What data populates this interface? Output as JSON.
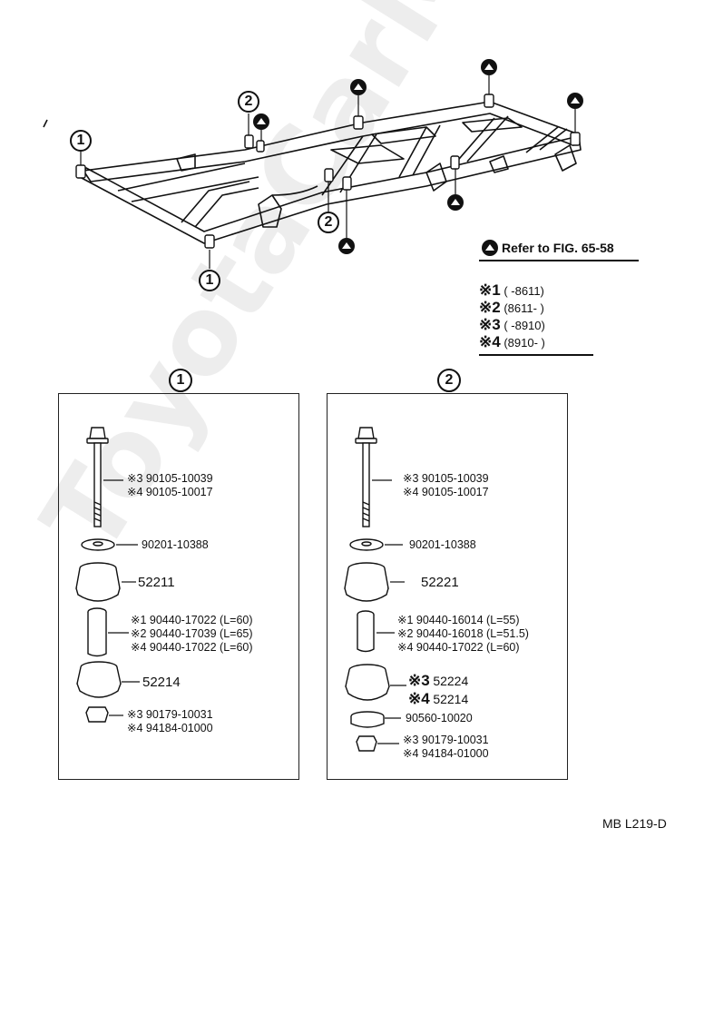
{
  "watermark": "ToyotaCarMine.ru",
  "legend": {
    "refer_text": "Refer to FIG. 65-58",
    "notes": [
      {
        "mark": "※1",
        "range": "(      -8611)"
      },
      {
        "mark": "※2",
        "range": "(8611-      )"
      },
      {
        "mark": "※3",
        "range": "(      -8910)"
      },
      {
        "mark": "※4",
        "range": "(8910-      )"
      }
    ]
  },
  "callouts": {
    "one": "1",
    "two": "2"
  },
  "panel_1": {
    "title": "1",
    "bolt": [
      "※3 90105-10039",
      "※4 90105-10017"
    ],
    "washer": "90201-10388",
    "cushion_upper": "52211",
    "collar": [
      "※1 90440-17022 (L=60)",
      "※2 90440-17039 (L=65)",
      "※4 90440-17022 (L=60)"
    ],
    "cushion_lower": "52214",
    "nut": [
      "※3 90179-10031",
      "※4 94184-01000"
    ]
  },
  "panel_2": {
    "title": "2",
    "bolt": [
      "※3  90105-10039",
      "※4  90105-10017"
    ],
    "washer": "90201-10388",
    "cushion_upper": "52221",
    "collar": [
      "※1 90440-16014 (L=55)",
      "※2 90440-16018 (L=51.5)",
      "※4 90440-17022 (L=60)"
    ],
    "cushion_lower": [
      {
        "mark": "※3",
        "part": "52224"
      },
      {
        "mark": "※4",
        "part": "52214"
      }
    ],
    "retainer": "90560-10020",
    "nut": [
      "※3  90179-10031",
      "※4  94184-01000"
    ]
  },
  "footer_code": "MB  L219-D"
}
